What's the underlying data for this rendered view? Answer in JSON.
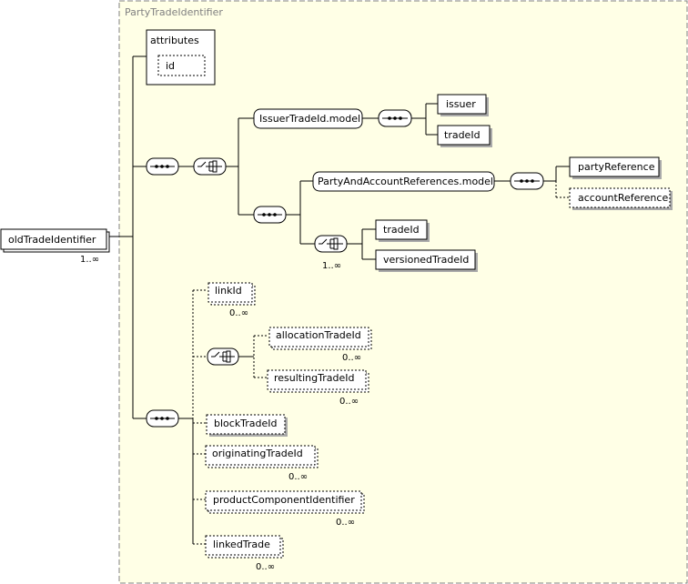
{
  "complex_type": {
    "name": "PartyTradeIdentifier"
  },
  "root": {
    "label": "oldTradeIdentifier",
    "occurrence": "1..∞"
  },
  "attributes": {
    "label": "attributes",
    "items": [
      "id"
    ]
  },
  "group_refs": {
    "issuer_trade_id_model": "IssuerTradeId.model",
    "party_and_account_references_model": "PartyAndAccountReferences.model"
  },
  "elements": {
    "issuer": "issuer",
    "trade_id_1": "tradeId",
    "party_reference": "partyReference",
    "account_reference": "accountReference",
    "trade_id_2": "tradeId",
    "versioned_trade_id": "versionedTradeId",
    "link_id": "linkId",
    "allocation_trade_id": "allocationTradeId",
    "resulting_trade_id": "resultingTradeId",
    "block_trade_id": "blockTradeId",
    "originating_trade_id": "originatingTradeId",
    "product_component_identifier": "productComponentIdentifier",
    "linked_trade": "linkedTrade"
  },
  "occurrences": {
    "choice_trade_ids": "1..∞",
    "link_id": "0..∞",
    "allocation_trade_id": "0..∞",
    "resulting_trade_id": "0..∞",
    "originating_trade_id": "0..∞",
    "product_component_identifier": "0..∞",
    "linked_trade": "0..∞"
  },
  "colors": {
    "type_fill": "#ffffe6",
    "type_border": "#808080",
    "line": "#000000",
    "node_fill": "#ffffff",
    "shadow": "#aaaaaa"
  }
}
